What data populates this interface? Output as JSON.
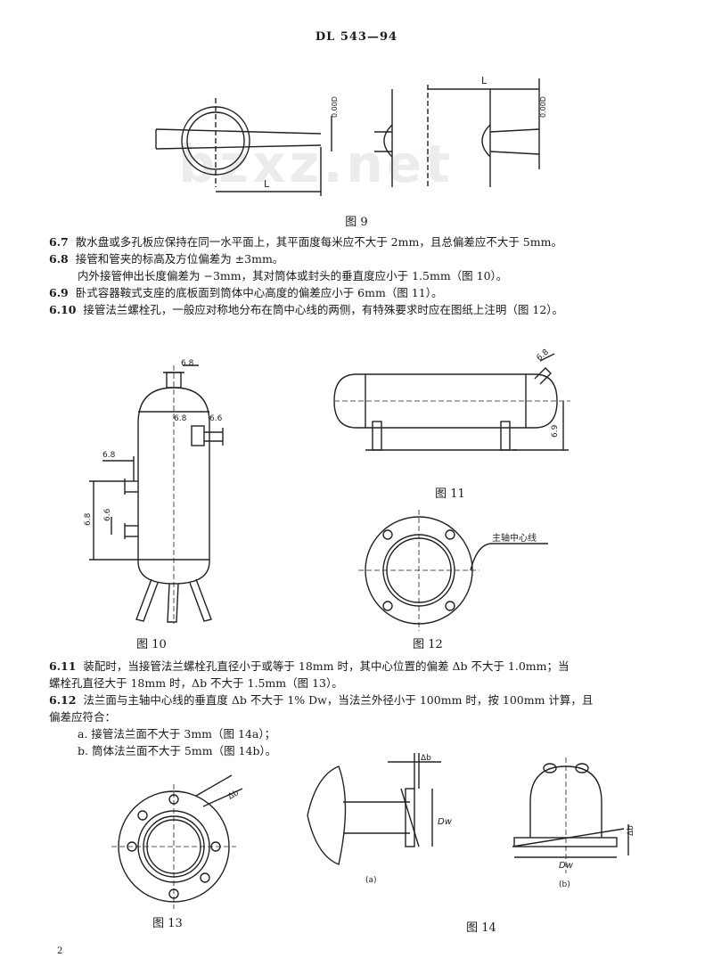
{
  "header": {
    "code": "DL 543—94"
  },
  "watermark": "bzxz.net",
  "figures": {
    "fig9": {
      "caption": "图 9",
      "dims": {
        "L": "L",
        "v1": "0.00D",
        "v2": "0.00D"
      }
    },
    "fig10": {
      "caption": "图 10",
      "labels": [
        "6.8",
        "6.8",
        "6.6",
        "6.8",
        "6.6",
        "6.8"
      ]
    },
    "fig11": {
      "caption": "图 11",
      "labels": [
        "6.8",
        "6.9"
      ]
    },
    "fig12": {
      "caption": "图 12",
      "callout": "主轴中心线"
    },
    "fig13": {
      "caption": "图 13",
      "label": "Δb"
    },
    "fig14": {
      "caption": "图 14",
      "labels": {
        "db": "Δb",
        "dw": "Dw",
        "a": "(a)",
        "b": "(b)"
      }
    }
  },
  "paragraphs": [
    {
      "num": "6.7",
      "text": "散水盘或多孔板应保持在同一水平面上，其平面度每米应不大于 2mm，且总偏差应不大于 5mm。"
    },
    {
      "num": "6.8",
      "text": "接管和管夹的标高及方位偏差为 ±3mm。"
    },
    {
      "num": "",
      "text": "内外接管伸出长度偏差为 −3mm，其对筒体或封头的垂直度应小于 1.5mm（图 10）。"
    },
    {
      "num": "6.9",
      "text": "卧式容器鞍式支座的底板面到筒体中心高度的偏差应小于 6mm（图 11）。"
    },
    {
      "num": "6.10",
      "text": "接管法兰螺栓孔，一般应对称地分布在筒中心线的两侧，有特殊要求时应在图纸上注明（图 12）。"
    }
  ],
  "paragraphs2": [
    {
      "num": "6.11",
      "text": "装配时，当接管法兰螺栓孔直径小于或等于 18mm 时，其中心位置的偏差 Δb 不大于 1.0mm；当"
    },
    {
      "num": "",
      "text": "螺栓孔直径大于 18mm 时，Δb 不大于 1.5mm（图 13）。"
    },
    {
      "num": "6.12",
      "text": "法兰面与主轴中心线的垂直度 Δb 不大于 1% Dw，当法兰外径小于 100mm 时，按 100mm 计算，且"
    },
    {
      "num": "",
      "text": "偏差应符合："
    },
    {
      "num": "",
      "text": "a. 接管法兰面不大于 3mm（图 14a）；"
    },
    {
      "num": "",
      "text": "b. 筒体法兰面不大于 5mm（图 14b）。"
    }
  ],
  "page_mark": "2"
}
